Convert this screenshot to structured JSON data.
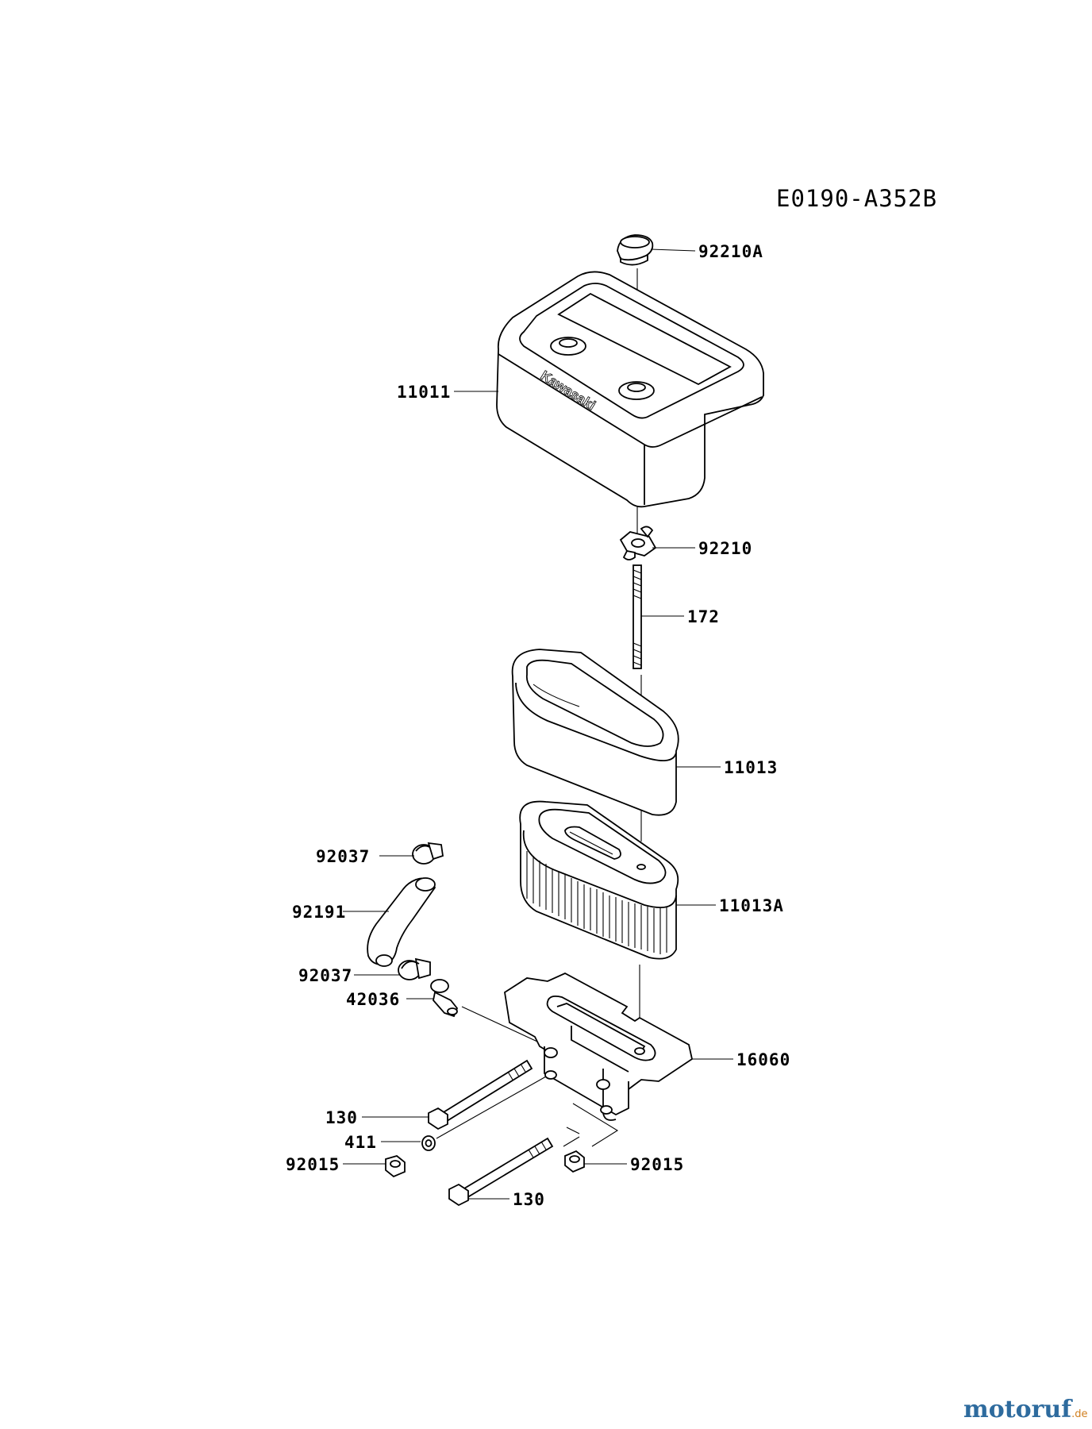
{
  "diagram_code": "E0190-A352B",
  "brand_text": "Kawasaki",
  "watermark": {
    "part1": "motoruf",
    "part2": "",
    "part3": ".de"
  },
  "labels": {
    "p92210A": "92210A",
    "p11011": "11011",
    "p92210": "92210",
    "p172": "172",
    "p11013": "11013",
    "p11013A": "11013A",
    "p92037a": "92037",
    "p92191": "92191",
    "p92037b": "92037",
    "p42036": "42036",
    "p16060": "16060",
    "p130a": "130",
    "p411": "411",
    "p92015a": "92015",
    "p92015b": "92015",
    "p130b": "130"
  }
}
